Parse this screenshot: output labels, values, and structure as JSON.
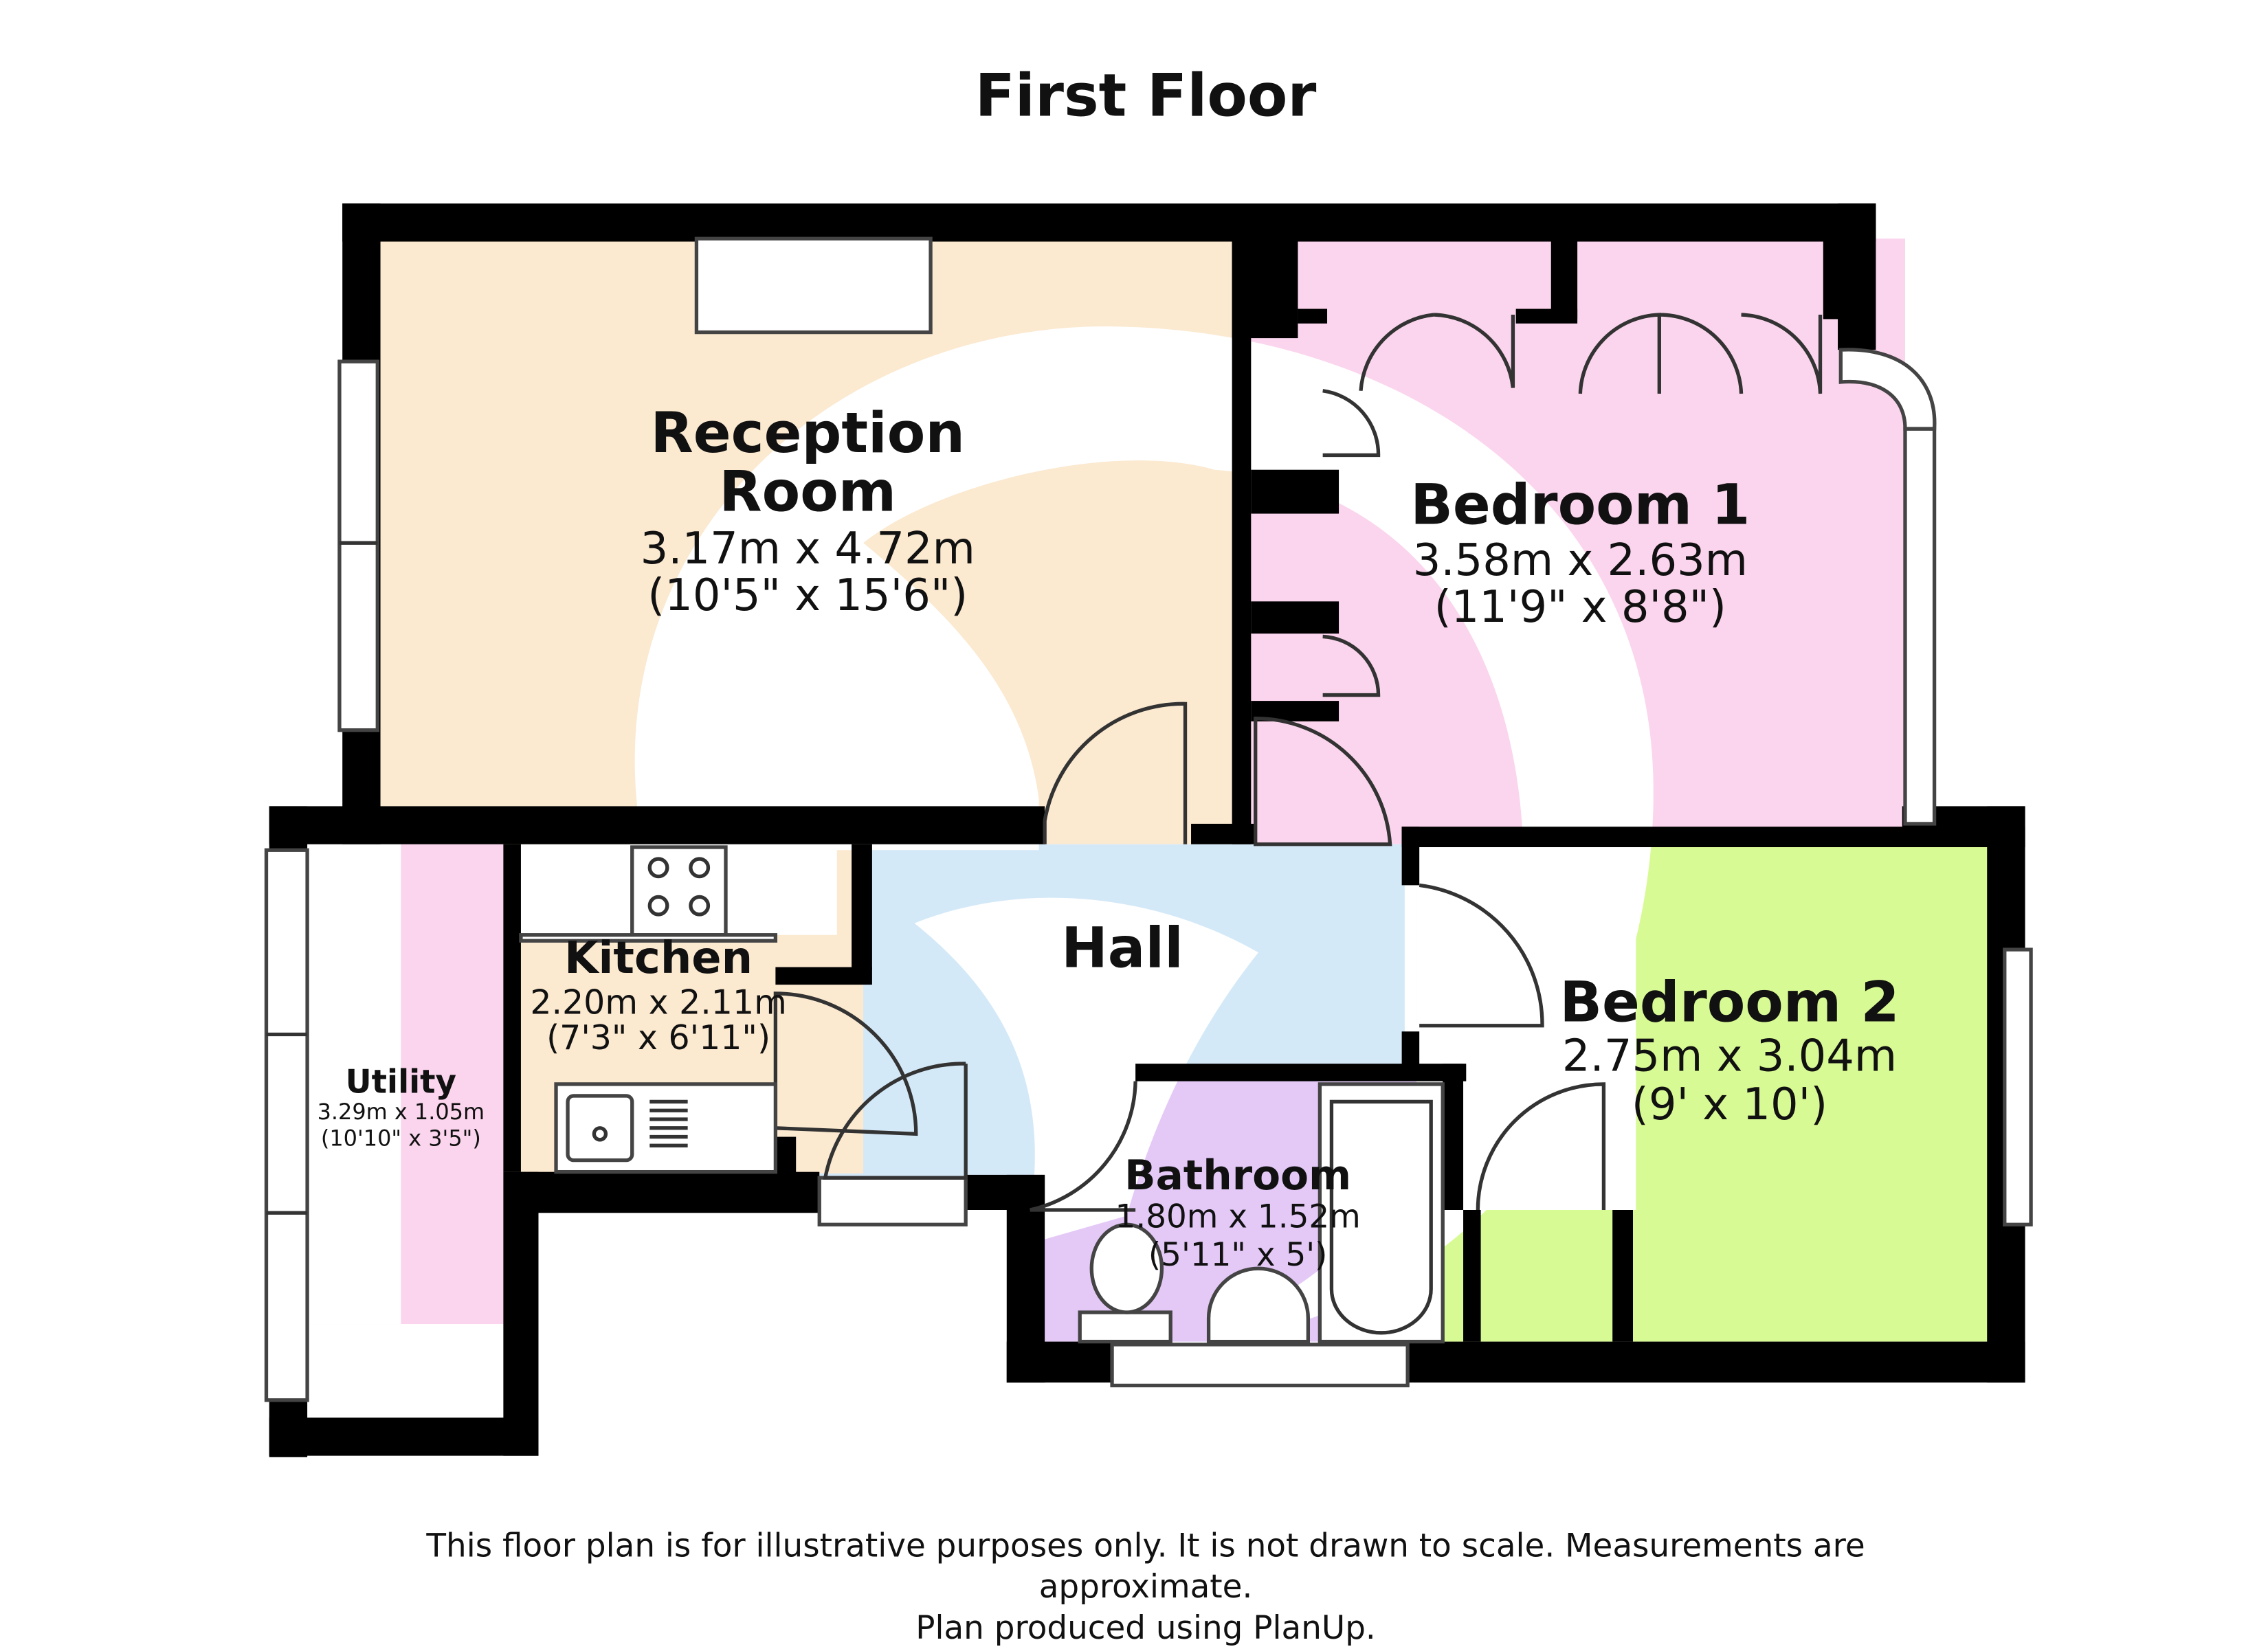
{
  "title": "First Floor",
  "rooms": {
    "reception": {
      "name_line1": "Reception",
      "name_line2": "Room",
      "metric": "3.17m x 4.72m",
      "imperial": "(10'5\" x 15'6\")",
      "color": "#fbe9d0"
    },
    "bedroom1": {
      "name": "Bedroom 1",
      "metric": "3.58m x 2.63m",
      "imperial": "(11'9\" x 8'8\")",
      "color": "#fbd5ed"
    },
    "bedroom2": {
      "name": "Bedroom 2",
      "metric": "2.75m x 3.04m",
      "imperial": "(9' x 10')",
      "color": "#d8fa95"
    },
    "kitchen": {
      "name": "Kitchen",
      "metric": "2.20m x 2.11m",
      "imperial": "(7'3\" x 6'11\")",
      "color": "#fbe9d0"
    },
    "utility": {
      "name": "Utility",
      "metric": "3.29m x 1.05m",
      "imperial": "(10'10\" x 3'5\")",
      "color": "#fbd5ed"
    },
    "hall": {
      "name": "Hall",
      "color": "#d4e9f8"
    },
    "bathroom": {
      "name": "Bathroom",
      "metric": "1.80m x 1.52m",
      "imperial": "(5'11\" x 5')",
      "color": "#e4c9f7"
    }
  },
  "colors": {
    "wall": "#000000",
    "watermark": "#ffffff"
  },
  "disclaimer": {
    "line1": "This floor plan is for illustrative purposes only. It is not drawn to scale. Measurements are",
    "line2": "approximate.",
    "line3": "Plan produced using PlanUp."
  }
}
